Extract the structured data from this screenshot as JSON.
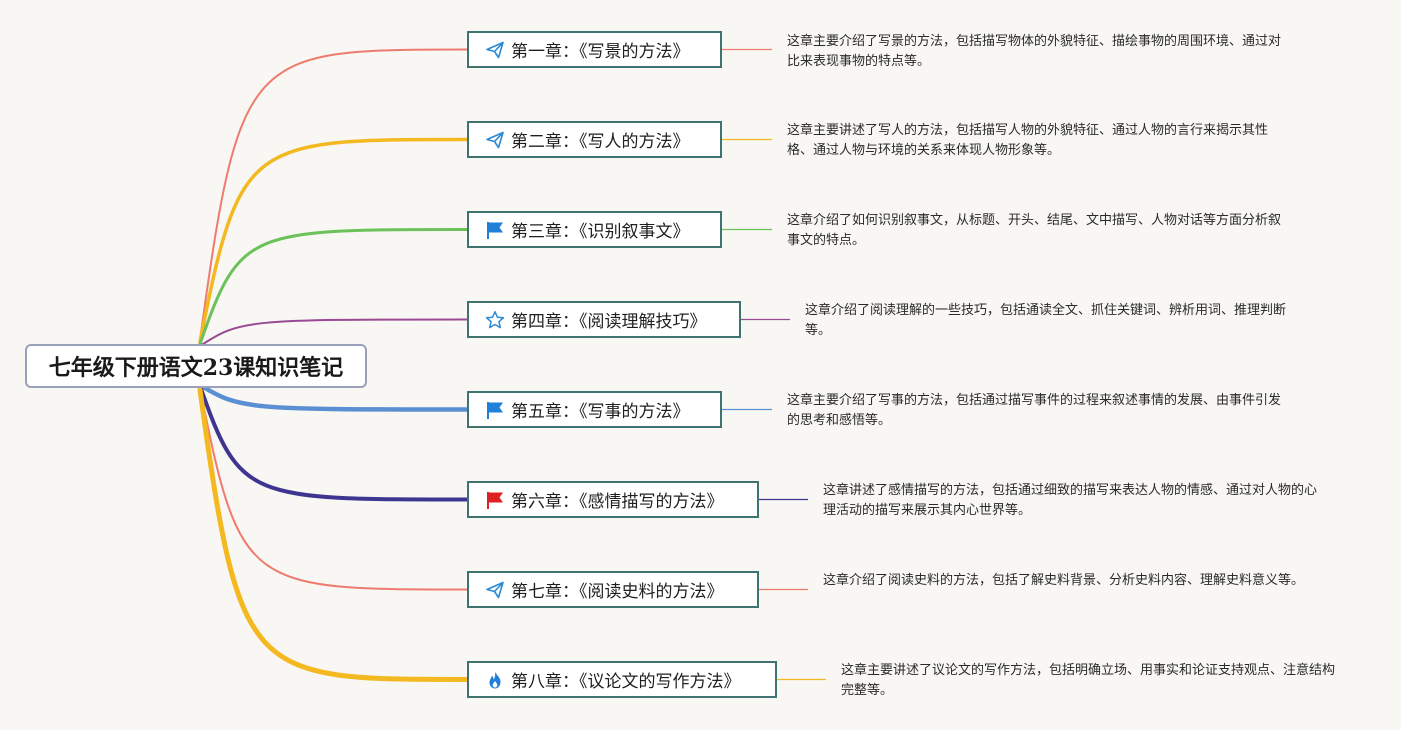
{
  "root": {
    "title": "七年级下册语文23课知识笔记"
  },
  "chapters": [
    {
      "label": "第一章：《写景的方法》",
      "icon": "paper-plane-icon",
      "color": "#ef7b6e",
      "description": "这章主要介绍了写景的方法，包括描写物体的外貌特征、描绘事物的周围环境、通过对比来表现事物的特点等。"
    },
    {
      "label": "第二章：《写人的方法》",
      "icon": "paper-plane-icon",
      "color": "#f4b820",
      "description": "这章主要讲述了写人的方法，包括描写人物的外貌特征、通过人物的言行来揭示其性格、通过人物与环境的关系来体现人物形象等。"
    },
    {
      "label": "第三章：《识别叙事文》",
      "icon": "blue-flag-icon",
      "color": "#6cc15a",
      "description": "这章介绍了如何识别叙事文，从标题、开头、结尾、文中描写、人物对话等方面分析叙事文的特点。"
    },
    {
      "label": "第四章：《阅读理解技巧》",
      "icon": "star-outline-icon",
      "color": "#9a4a92",
      "description": "这章介绍了阅读理解的一些技巧，包括通读全文、抓住关键词、辨析用词、推理判断等。"
    },
    {
      "label": "第五章：《写事的方法》",
      "icon": "blue-flag-icon",
      "color": "#5a8fd3",
      "description": "这章主要介绍了写事的方法，包括通过描写事件的过程来叙述事情的发展、由事件引发的思考和感悟等。"
    },
    {
      "label": "第六章：《感情描写的方法》",
      "icon": "red-flag-icon",
      "color": "#3e3590",
      "description": "这章讲述了感情描写的方法，包括通过细致的描写来表达人物的情感、通过对人物的心理活动的描写来展示其内心世界等。"
    },
    {
      "label": "第七章：《阅读史料的方法》",
      "icon": "paper-plane-icon",
      "color": "#ef7b6e",
      "description": "这章介绍了阅读史料的方法，包括了解史料背景、分析史料内容、理解史料意义等。"
    },
    {
      "label": "第八章：《议论文的写作方法》",
      "icon": "fire-icon",
      "color": "#f4b820",
      "description": "这章主要讲述了议论文的写作方法，包括明确立场、用事实和论证支持观点、注意结构完整等。"
    }
  ]
}
